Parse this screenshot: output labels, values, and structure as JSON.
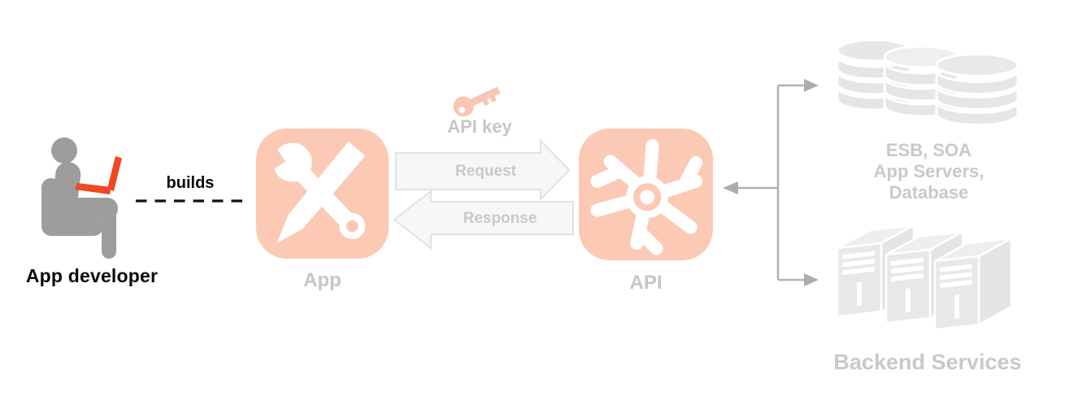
{
  "developer": {
    "label": "App developer",
    "action": "builds"
  },
  "app": {
    "label": "App"
  },
  "api": {
    "label": "API"
  },
  "api_key": {
    "label": "API key"
  },
  "flow": {
    "request": "Request",
    "response": "Response"
  },
  "backend": {
    "upper": {
      "lines": [
        "ESB, SOA",
        "App Servers,",
        "Database"
      ]
    },
    "lower": {
      "label": "Backend Services"
    }
  },
  "colors": {
    "accent_salmon": "#fbc9b4",
    "laptop_orange": "#f0481f",
    "muted_label_gray": "#c6c6c6",
    "figure_gray": "#9d9d9d",
    "shape_gray": "#e7e7e7",
    "arrow_fill": "#f7f7f7",
    "arrow_stroke": "#e1e1e1",
    "connector_gray": "#adadad",
    "text_black": "#0a0a0a"
  }
}
